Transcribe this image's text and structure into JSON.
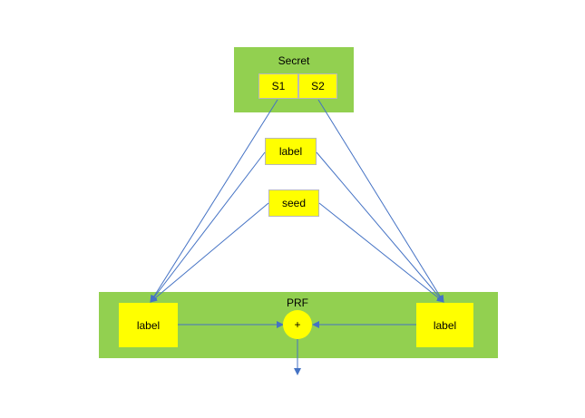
{
  "secret": {
    "title": "Secret",
    "s1": "S1",
    "s2": "S2"
  },
  "middle": {
    "label": "label",
    "seed": "seed"
  },
  "prf": {
    "title": "PRF",
    "left_label": "label",
    "right_label": "label",
    "combine_symbol": "+"
  },
  "colors": {
    "box_green": "#92d050",
    "box_yellow": "#ffff00",
    "arrow": "#4472c4"
  }
}
